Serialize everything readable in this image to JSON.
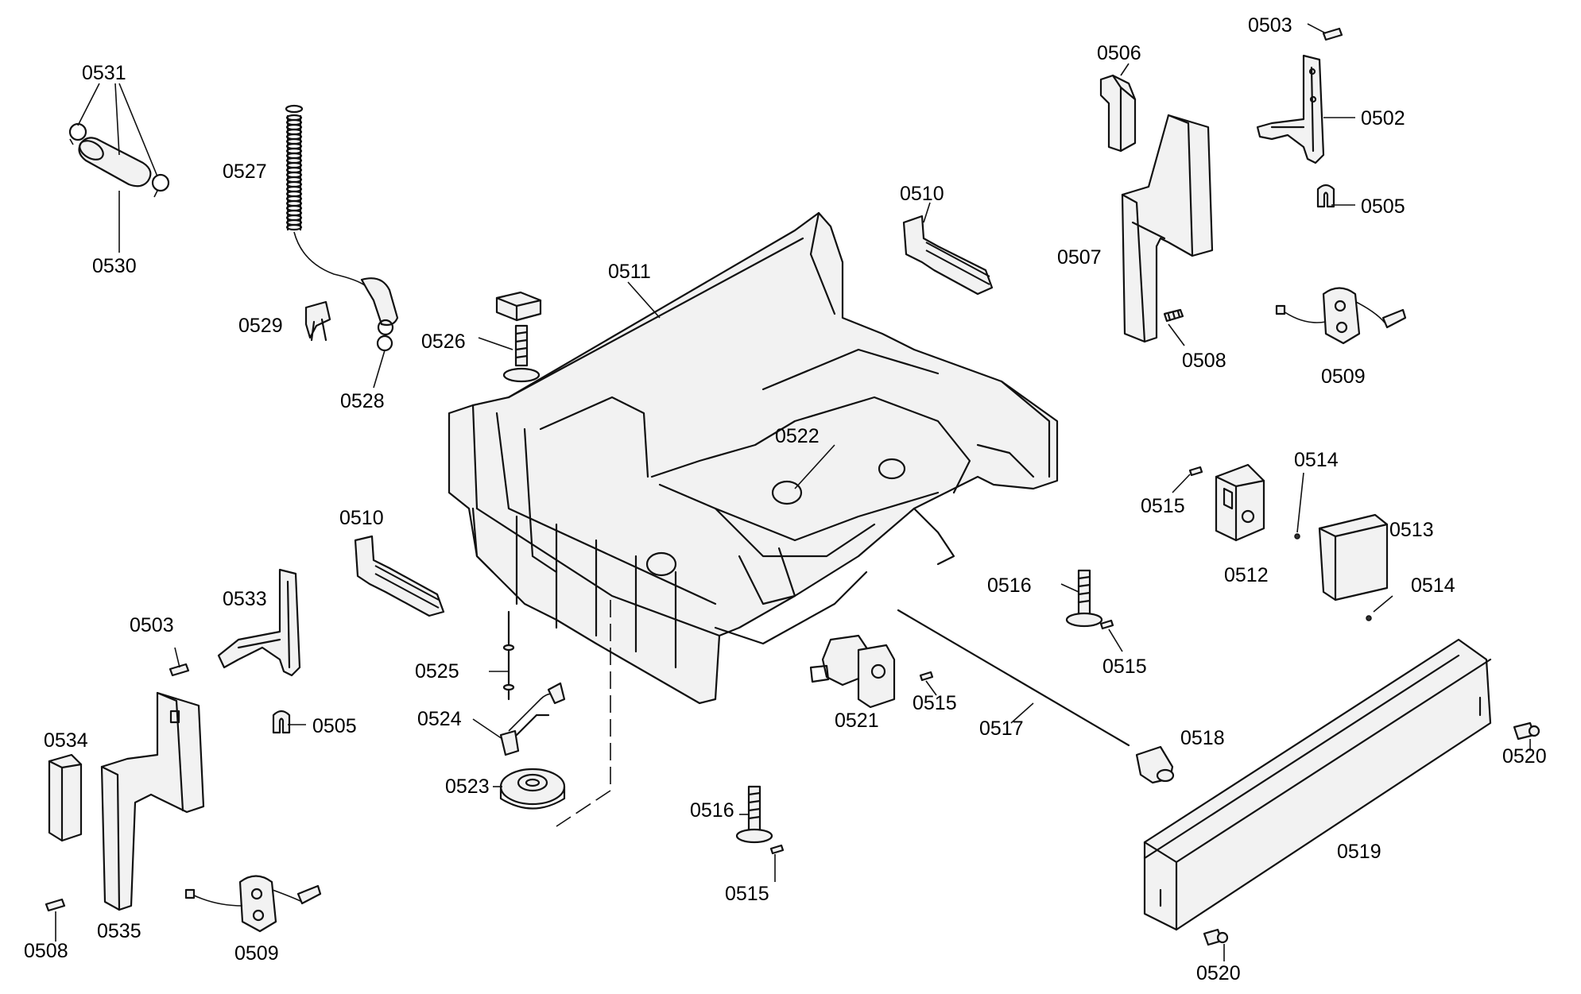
{
  "callouts": [
    {
      "id": "c0531",
      "label": "0531"
    },
    {
      "id": "c0530",
      "label": "0530"
    },
    {
      "id": "c0527",
      "label": "0527"
    },
    {
      "id": "c0529",
      "label": "0529"
    },
    {
      "id": "c0528",
      "label": "0528"
    },
    {
      "id": "c0526",
      "label": "0526"
    },
    {
      "id": "c0511",
      "label": "0511"
    },
    {
      "id": "c0510a",
      "label": "0510"
    },
    {
      "id": "c0506",
      "label": "0506"
    },
    {
      "id": "c0507",
      "label": "0507"
    },
    {
      "id": "c0508a",
      "label": "0508"
    },
    {
      "id": "c0503a",
      "label": "0503"
    },
    {
      "id": "c0502",
      "label": "0502"
    },
    {
      "id": "c0505a",
      "label": "0505"
    },
    {
      "id": "c0509a",
      "label": "0509"
    },
    {
      "id": "c0522",
      "label": "0522"
    },
    {
      "id": "c0514a",
      "label": "0514"
    },
    {
      "id": "c0515a",
      "label": "0515"
    },
    {
      "id": "c0513",
      "label": "0513"
    },
    {
      "id": "c0512",
      "label": "0512"
    },
    {
      "id": "c0514b",
      "label": "0514"
    },
    {
      "id": "c0516a",
      "label": "0516"
    },
    {
      "id": "c0515b",
      "label": "0515"
    },
    {
      "id": "c0510b",
      "label": "0510"
    },
    {
      "id": "c0533",
      "label": "0533"
    },
    {
      "id": "c0503b",
      "label": "0503"
    },
    {
      "id": "c0505b",
      "label": "0505"
    },
    {
      "id": "c0525",
      "label": "0525"
    },
    {
      "id": "c0524",
      "label": "0524"
    },
    {
      "id": "c0523",
      "label": "0523"
    },
    {
      "id": "c0521",
      "label": "0521"
    },
    {
      "id": "c0515c",
      "label": "0515"
    },
    {
      "id": "c0517",
      "label": "0517"
    },
    {
      "id": "c0518",
      "label": "0518"
    },
    {
      "id": "c0520a",
      "label": "0520"
    },
    {
      "id": "c0534",
      "label": "0534"
    },
    {
      "id": "c0535",
      "label": "0535"
    },
    {
      "id": "c0508b",
      "label": "0508"
    },
    {
      "id": "c0509b",
      "label": "0509"
    },
    {
      "id": "c0516b",
      "label": "0516"
    },
    {
      "id": "c0515d",
      "label": "0515"
    },
    {
      "id": "c0519",
      "label": "0519"
    },
    {
      "id": "c0520b",
      "label": "0520"
    }
  ]
}
